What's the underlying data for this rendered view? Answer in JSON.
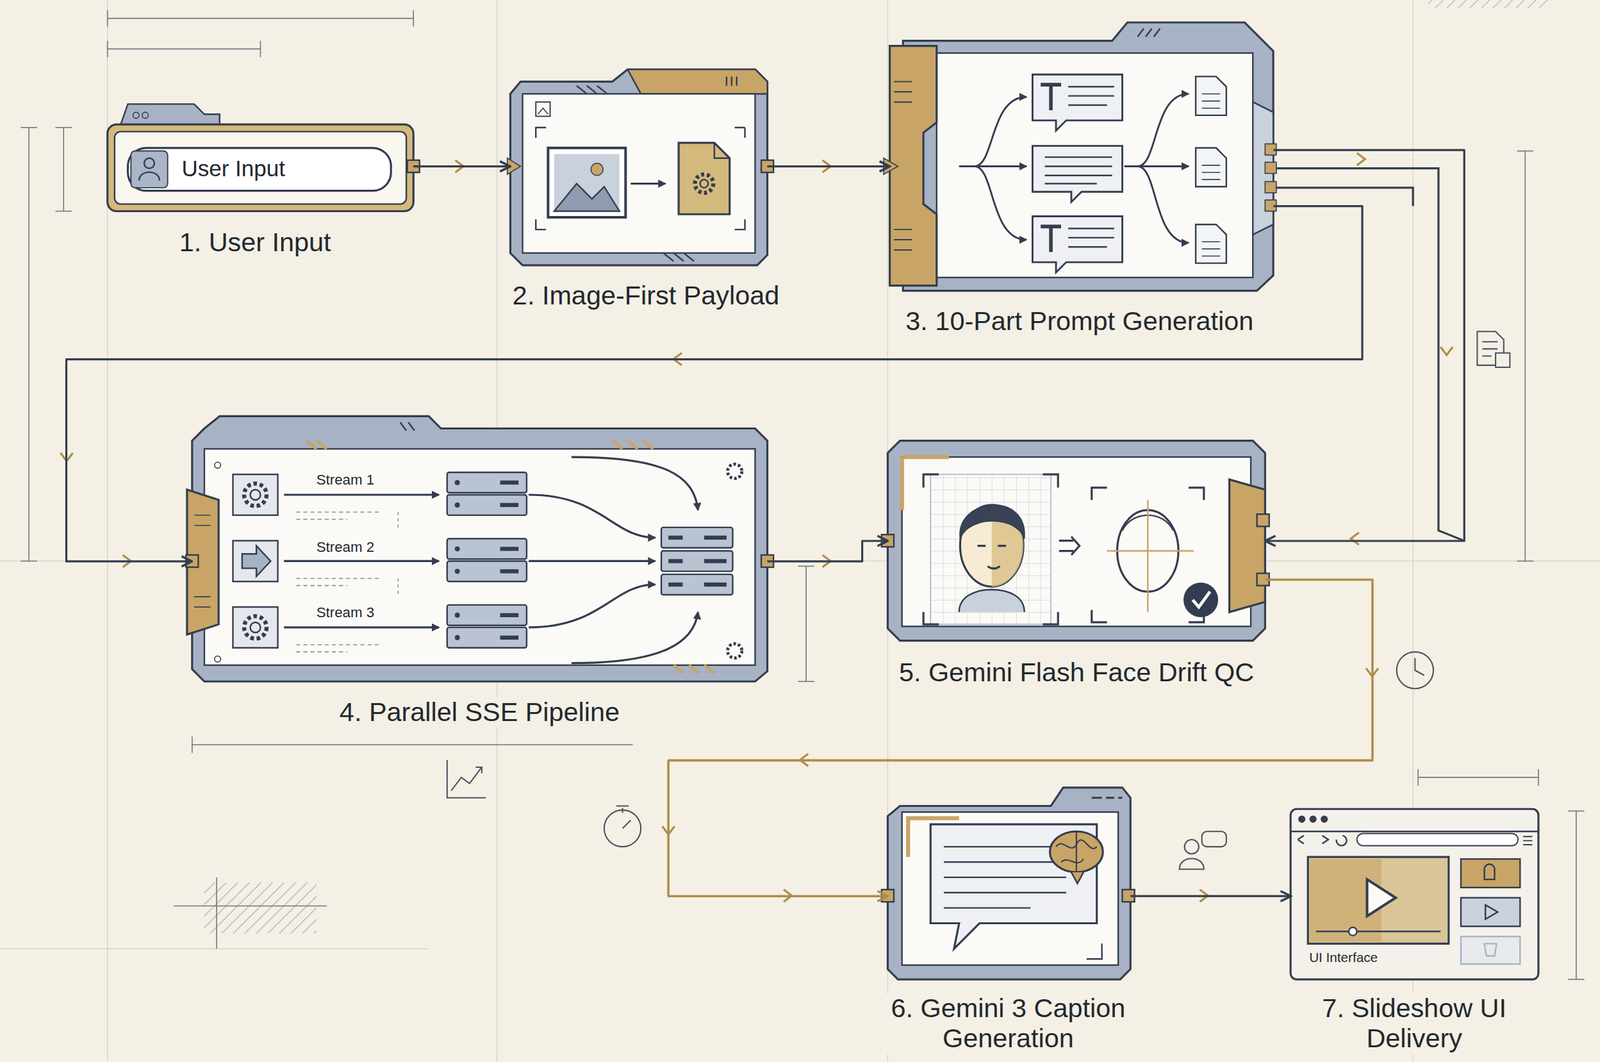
{
  "diagram": {
    "nodes": [
      {
        "text": [
          "User Input",
          "1. User Input"
        ]
      },
      {
        "text": [
          "2. Image-First Payload"
        ]
      },
      {
        "text": [
          "3. 10-Part Prompt Generation"
        ]
      },
      {
        "text": [
          "Stream 1",
          "Stream 2",
          "Stream 3",
          "4. Parallel SSE Pipeline"
        ]
      },
      {
        "text": [
          "5. Gemini Flash Face Drift QC"
        ]
      },
      {
        "text": [
          "6. Gemini 3 Caption Generation"
        ]
      },
      {
        "text": [
          "UI Interface",
          "7. Slideshow UI Delivery"
        ]
      }
    ],
    "edges": [
      {
        "from": 0,
        "to": 1,
        "arrow": "to"
      },
      {
        "from": 1,
        "to": 2,
        "arrow": "to"
      },
      {
        "from": 2,
        "to": 3,
        "arrow": "to"
      },
      {
        "from": 2,
        "to": 4,
        "arrow": "to"
      },
      {
        "from": 3,
        "to": 4,
        "arrow": "to"
      },
      {
        "from": 4,
        "to": 5,
        "arrow": "to"
      },
      {
        "from": 5,
        "to": 6,
        "arrow": "to"
      }
    ]
  }
}
